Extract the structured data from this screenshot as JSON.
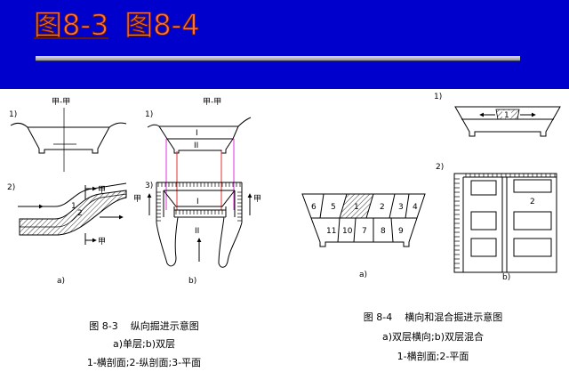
{
  "header": {
    "title_1": "图8-3",
    "title_2": "图8-4"
  },
  "fig_8_3": {
    "a": {
      "cross_section": {
        "label": "1)",
        "title": "甲-甲"
      },
      "profile": {
        "label": "2)",
        "marker_top": "甲",
        "marker_bottom": "甲",
        "layer_1": "1",
        "layer_2": "2"
      },
      "sub_label": "a)"
    },
    "b": {
      "cross_section": {
        "label": "1)",
        "title": "甲-甲",
        "layer_I": "I",
        "layer_II": "II"
      },
      "plan": {
        "label": "3)",
        "layer_I": "I",
        "layer_II": "II",
        "marker_left": "甲",
        "marker_right": "甲"
      },
      "sub_label": "b)"
    },
    "caption": {
      "title": "图 8-3    纵向掘进示意图",
      "line_2": "a)单层;b)双层",
      "line_3": "1-横剖面;2-纵剖面;3-平面"
    }
  },
  "fig_8_4": {
    "a": {
      "segments_top": [
        "6",
        "5",
        "1",
        "2",
        "3",
        "4"
      ],
      "segments_bottom": [
        "11",
        "10",
        "7",
        "8",
        "9"
      ],
      "sub_label": "a)"
    },
    "b": {
      "cross_section": {
        "label": "1)",
        "layer_1": "1"
      },
      "plan": {
        "label": "2)",
        "layer_2": "2"
      },
      "sub_label": "b)"
    },
    "caption": {
      "title": "图 8-4    横向和混合掘进示意图",
      "line_2": "a)双层横向;b)双层混合",
      "line_3": "1-横剖面;2-平面"
    }
  },
  "colors": {
    "header_bg": "#0000cc",
    "title_fill": "#ff7043",
    "projection_magenta": "#e030e0",
    "projection_red": "#e03030"
  }
}
